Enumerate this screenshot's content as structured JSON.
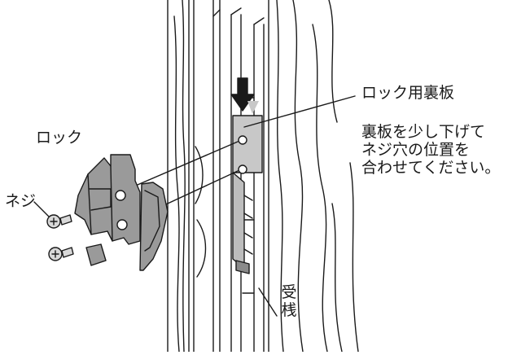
{
  "labels": {
    "lock": "ロック",
    "screw": "ネジ",
    "lock_plate": "ロック用裏板",
    "instruction_lines": [
      "裏板を少し下げて",
      "ネジ穴の位置を",
      "合わせてください。"
    ],
    "jamb_chars": [
      "受",
      "桟"
    ]
  },
  "colors": {
    "line": "#1a1a1a",
    "part_fill": "#9a9a9a",
    "part_dark": "#6e6e6e",
    "plate_fill": "#c8c8c8",
    "background": "#ffffff"
  },
  "icons": [
    "down-arrow-icon",
    "screw-icon"
  ]
}
